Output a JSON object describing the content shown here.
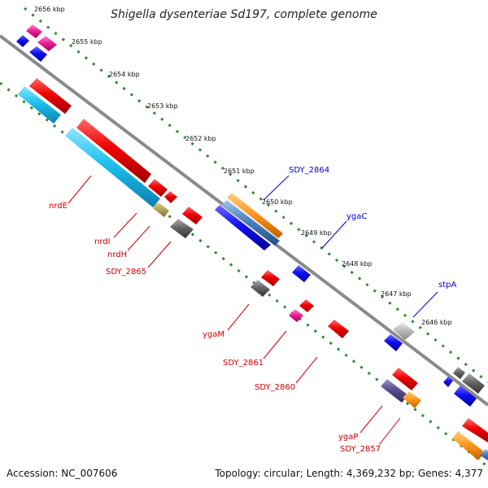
{
  "header": {
    "title": "Shigella dysenteriae Sd197, complete genome"
  },
  "scale_ticks": [
    "2656 kbp",
    "2655 kbp",
    "2654 kbp",
    "2653 kbp",
    "2652 kbp",
    "2651 kbp",
    "2650 kbp",
    "2649 kbp",
    "2648 kbp",
    "2647 kbp",
    "2646 kbp"
  ],
  "gene_labels": {
    "forward": [
      "SDY_2864",
      "ygaC",
      "stpA"
    ],
    "reverse": [
      "nrdE",
      "nrdI",
      "nrdH",
      "SDY_2865",
      "ygaM",
      "SDY_2861",
      "SDY_2860",
      "ygaP",
      "SDY_2857"
    ]
  },
  "colors": {
    "backbone": "#888888",
    "tick": "#2e8b2e",
    "red": "#ee0000",
    "cyan": "#1ec0ee",
    "blue": "#1010ee",
    "magenta": "#ee2299",
    "gray": "#666666",
    "light_gray": "#bbbbbb",
    "orange": "#ff9922",
    "steel": "#4a82c0",
    "olive": "#b8a860",
    "slate": "#5a4f8f"
  },
  "footer": {
    "accession": "Accession: NC_007606",
    "summary": "Topology: circular; Length: 4,369,232 bp; Genes: 4,377"
  }
}
